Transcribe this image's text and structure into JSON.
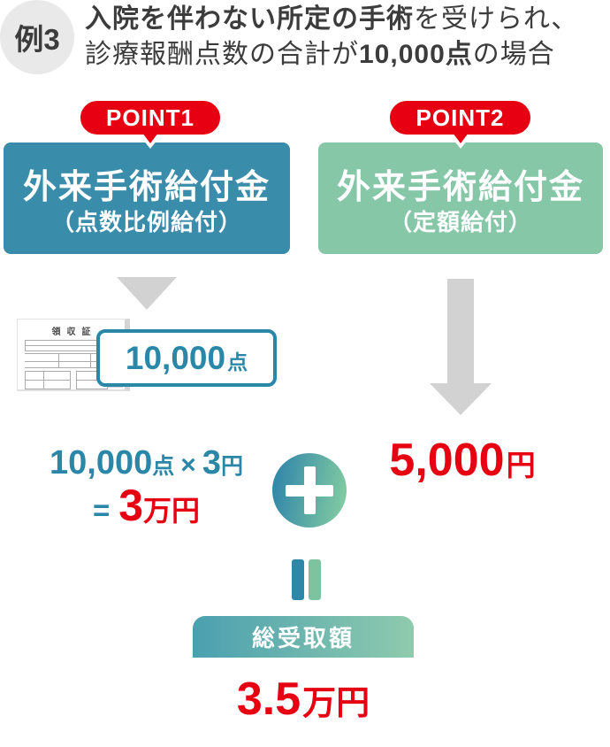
{
  "colors": {
    "teal_box": "#3A8CAB",
    "green_box": "#86C7A8",
    "accent_red": "#E60012",
    "teal_text": "#2B87A8",
    "arrow_gray": "#D2D2D2",
    "text_dark": "#3C3C3C",
    "example_badge_bg": "#E9E9E9",
    "gradient_teal": "#4BA0B0",
    "gradient_green": "#8FCBAD"
  },
  "header": {
    "example_badge": "例3",
    "line1_emphasis": "入院を伴わない所定の手術",
    "line1_rest": "を受けられ、",
    "line2_pre": "診療報酬点数の合計が",
    "line2_emphasis": "10,000点",
    "line2_post": "の場合"
  },
  "point1": {
    "badge": "POINT1",
    "title": "外来手術給付金",
    "subtitle": "（点数比例給付）"
  },
  "point2": {
    "badge": "POINT2",
    "title": "外来手術給付金",
    "subtitle": "（定額給付）"
  },
  "receipt": {
    "title": "領収証"
  },
  "points_callout": {
    "value": "10,000",
    "unit": "点"
  },
  "calc_left": {
    "value1": "10,000",
    "unit1": "点",
    "operator": "×",
    "value2": "3",
    "unit2": "円",
    "equals_sign": "=",
    "result_value": "3",
    "result_unit": "万円"
  },
  "calc_right": {
    "value": "5,000",
    "unit": "円"
  },
  "total": {
    "header": "総受取額",
    "value": "3.5",
    "unit": "万円"
  }
}
